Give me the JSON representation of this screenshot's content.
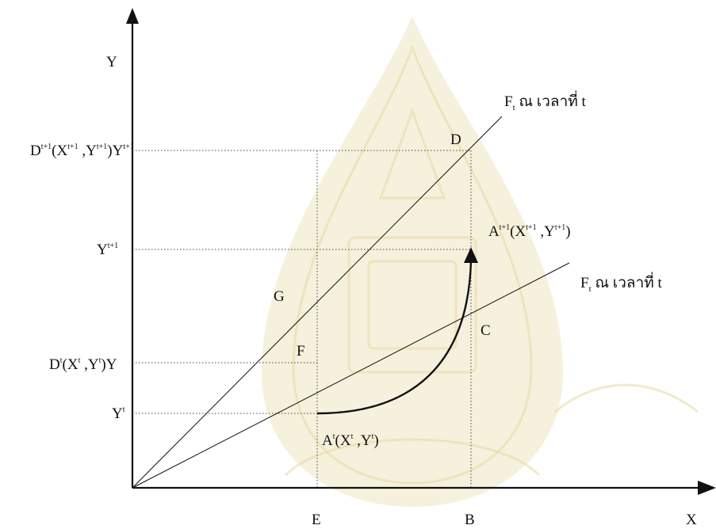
{
  "labels": {
    "y_axis": "Y",
    "x_axis": "X",
    "origin_dt1": {
      "base": "D",
      "sup1": "t+1",
      "p1": "(X",
      "sup2": "t+1",
      "p2": " ,Y",
      "sup3": "t+1",
      "p3": ")Y",
      "sup4": "t+1"
    },
    "y_t1": {
      "base": "Y",
      "sup": "t+1"
    },
    "dt": {
      "base": "D",
      "sup1": "t",
      "p1": "(X",
      "sup2": "t",
      "p2": " ,Y",
      "sup3": "t",
      "p3": ")Y"
    },
    "y_t": {
      "base": "Y",
      "sup": "t"
    },
    "point_d": "D",
    "point_g": "G",
    "point_f": "F",
    "point_c": "C",
    "point_e": "E",
    "point_b": "B",
    "a_t1": {
      "base": "A",
      "sup1": "t+1",
      "p1": "(X",
      "sup2": "t+1",
      "p2": " ,Y",
      "sup3": "t+1",
      "p3": ")"
    },
    "a_t": {
      "base": "A",
      "sup1": "t",
      "p1": "(X",
      "sup2": "t",
      "p2": " ,Y",
      "sup3": "t",
      "p3": ")"
    },
    "frontier_upper": {
      "base": "F",
      "sub": "t",
      "rest": " ณ เวลาที่ t"
    },
    "frontier_lower": {
      "base": "F",
      "sub": "t",
      "rest": " ณ เวลาที่ t"
    }
  },
  "colors": {
    "line": "#111111",
    "dotted": "#444444",
    "watermark": "#efe6bf"
  }
}
